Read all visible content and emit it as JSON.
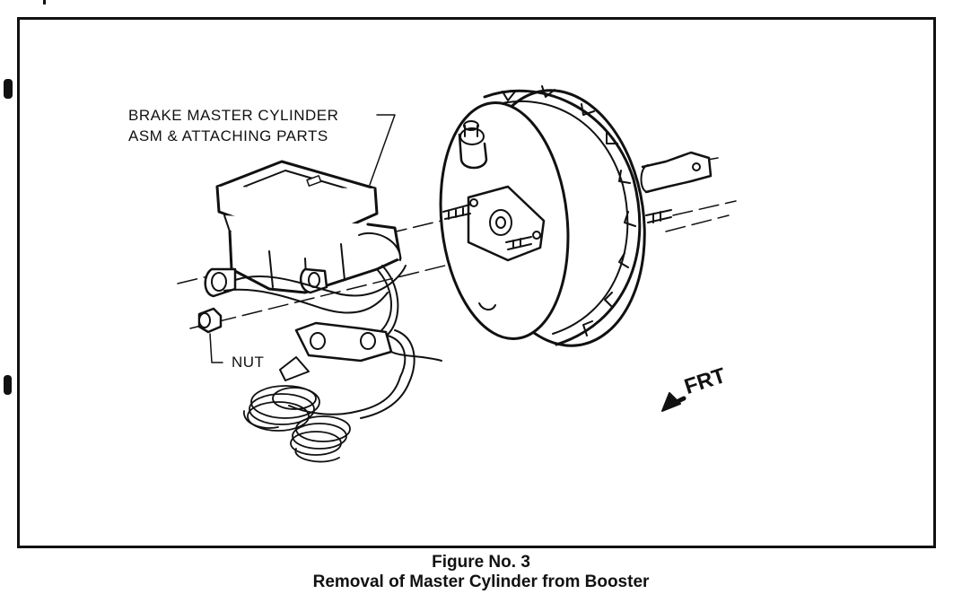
{
  "figure": {
    "callout_assembly_line1": "BRAKE MASTER CYLINDER",
    "callout_assembly_line2": "ASM & ATTACHING PARTS",
    "callout_nut": "NUT",
    "direction_label": "FRT",
    "caption_line1": "Figure No. 3",
    "caption_line2": "Removal of Master Cylinder from Booster"
  },
  "colors": {
    "ink": "#111111",
    "paper": "#ffffff"
  }
}
